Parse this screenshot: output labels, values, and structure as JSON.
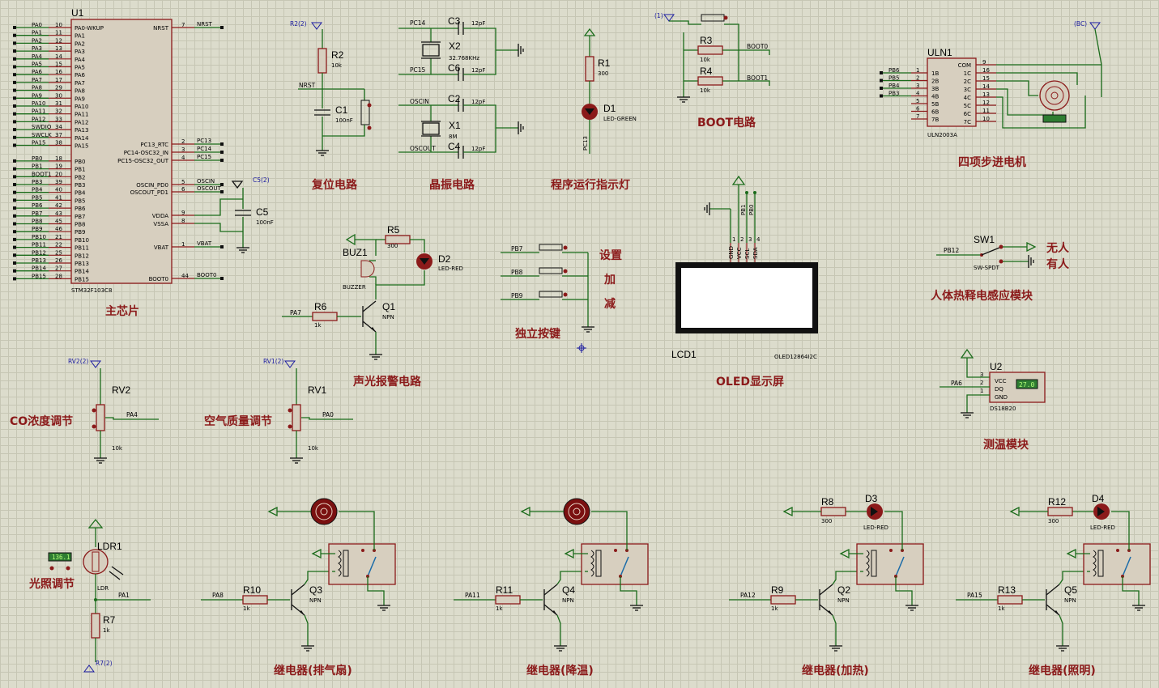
{
  "mcu": {
    "ref": "U1",
    "part": "STM32F103C8",
    "left_pins": [
      "PA0-WKUP",
      "PA1",
      "PA2",
      "PA3",
      "PA4",
      "PA5",
      "PA6",
      "PA7",
      "PA8",
      "PA9",
      "PA10",
      "PA11",
      "PA12",
      "PA13",
      "PA14",
      "PA15",
      "",
      "PB0",
      "PB1",
      "PB2",
      "PB3",
      "PB4",
      "PB5",
      "PB6",
      "PB7",
      "PB8",
      "PB9",
      "PB10",
      "PB11",
      "PB12",
      "PB13",
      "PB14",
      "PB15"
    ],
    "left_nums": [
      "10",
      "11",
      "12",
      "13",
      "14",
      "15",
      "16",
      "17",
      "29",
      "30",
      "31",
      "32",
      "33",
      "34",
      "37",
      "38",
      "",
      "18",
      "19",
      "20",
      "39",
      "40",
      "41",
      "42",
      "43",
      "45",
      "46",
      "21",
      "22",
      "25",
      "26",
      "27",
      "28"
    ],
    "left_nets": [
      "PA0",
      "PA1",
      "PA2",
      "PA3",
      "PA4",
      "PA5",
      "PA6",
      "PA7",
      "PA8",
      "PA9",
      "PA10",
      "PA11",
      "PA12",
      "SWDIO",
      "SWCLK",
      "PA15",
      "",
      "PB0",
      "PB1",
      "BOOT1",
      "PB3",
      "PB4",
      "PB5",
      "PB6",
      "PB7",
      "PB8",
      "PB9",
      "PB10",
      "PB11",
      "PB12",
      "PB13",
      "PB14",
      "PB15"
    ],
    "right_pins": [
      "NRST",
      "PC13_RTC",
      "PC14-OSC32_IN",
      "PC15-OSC32_OUT",
      "OSCIN_PD0",
      "OSCOUT_PD1",
      "VDDA",
      "VSSA",
      "VBAT",
      "BOOT0"
    ],
    "right_nums": [
      "7",
      "2",
      "3",
      "4",
      "5",
      "6",
      "9",
      "8",
      "1",
      "44"
    ],
    "right_nets": [
      "NRST",
      "PC13",
      "PC14",
      "PC15",
      "OSCIN",
      "OSCOUT",
      "",
      "",
      "VBAT",
      "BOOT0"
    ],
    "c5": {
      "ref": "C5",
      "value": "100nF",
      "net": "C5(2)"
    },
    "title": "主芯片"
  },
  "reset": {
    "net_top": "R2(2)",
    "r_ref": "R2",
    "r_val": "10k",
    "net": "NRST",
    "c_ref": "C1",
    "c_val": "100nF",
    "title": "复位电路"
  },
  "crystal": {
    "nets": [
      "PC14",
      "PC15",
      "OSCIN",
      "OSCOUT"
    ],
    "caps": [
      "C3",
      "C6",
      "C2",
      "C4"
    ],
    "cap_val": "12pF",
    "x2": "X2",
    "x2_val": "32.768KHz",
    "x1": "X1",
    "x1_val": "8M",
    "title": "晶振电路"
  },
  "led_run": {
    "r_ref": "R1",
    "r_val": "300",
    "d_ref": "D1",
    "d_type": "LED-GREEN",
    "net": "PC13",
    "title": "程序运行指示灯"
  },
  "boot": {
    "net_top": "(1)",
    "r3": "R3",
    "r3_val": "10k",
    "r4": "R4",
    "r4_val": "10k",
    "net0": "BOOT0",
    "net1": "BOOT1",
    "title": "BOOT电路"
  },
  "stepper": {
    "ref": "ULN1",
    "part": "ULN2003A",
    "in_pins": [
      "PB6",
      "PB5",
      "PB4",
      "PB3"
    ],
    "nums_l": [
      "1",
      "2",
      "3",
      "4",
      "5",
      "6",
      "7"
    ],
    "pins_l": [
      "1B",
      "2B",
      "3B",
      "4B",
      "5B",
      "6B",
      "7B"
    ],
    "pins_r": [
      "COM",
      "1C",
      "2C",
      "3C",
      "4C",
      "5C",
      "6C",
      "7C"
    ],
    "nums_r": [
      "9",
      "16",
      "15",
      "14",
      "13",
      "12",
      "11",
      "10"
    ],
    "net": "(BC)",
    "title": "四项步进电机"
  },
  "alarm": {
    "buz": "BUZ1",
    "buz_type": "BUZZER",
    "r5": "R5",
    "r5_val": "300",
    "d2": "D2",
    "d2_type": "LED-RED",
    "r6": "R6",
    "r6_val": "1k",
    "q1": "Q1",
    "q1_type": "NPN",
    "net": "PA7",
    "title": "声光报警电路"
  },
  "keys": {
    "nets": [
      "PB7",
      "PB8",
      "PB9"
    ],
    "labels": [
      "设置",
      "加",
      "减"
    ],
    "title": "独立按键"
  },
  "oled": {
    "ref": "LCD1",
    "part": "OLED12864I2C",
    "pins": [
      "GND",
      "VCC",
      "SCL",
      "SDA"
    ],
    "nums": [
      "1",
      "2",
      "3",
      "4"
    ],
    "nets": [
      "PB1",
      "PB0"
    ],
    "title": "OLED显示屏"
  },
  "pir": {
    "ref": "SW1",
    "type": "SW-SPDT",
    "net": "PB12",
    "none": "无人",
    "some": "有人",
    "title": "人体热释电感应模块"
  },
  "temp": {
    "ref": "U2",
    "part": "DS18B20",
    "pins": [
      "VCC",
      "DQ",
      "GND"
    ],
    "nums": [
      "3",
      "2",
      "1"
    ],
    "net": "PA6",
    "reading": "27.0",
    "title": "测温模块"
  },
  "co": {
    "net": "RV2(2)",
    "ref": "RV2",
    "val": "10k",
    "out": "PA4",
    "title": "CO浓度调节"
  },
  "air": {
    "net": "RV1(2)",
    "ref": "RV1",
    "val": "10k",
    "out": "PA0",
    "title": "空气质量调节"
  },
  "light": {
    "ref": "LDR1",
    "type": "LDR",
    "reading": "136.1",
    "r": "R7",
    "r_val": "1k",
    "out": "PA1",
    "net": "R7(2)",
    "title": "光照调节"
  },
  "relays": [
    {
      "net": "PA8",
      "r": "R10",
      "r_val": "1k",
      "q": "Q3",
      "q_type": "NPN",
      "title": "继电器(排气扇)",
      "load": "fan"
    },
    {
      "net": "PA11",
      "r": "R11",
      "r_val": "1k",
      "q": "Q4",
      "q_type": "NPN",
      "title": "继电器(降温)",
      "load": "fan"
    },
    {
      "net": "PA12",
      "r": "R9",
      "r_val": "1k",
      "q": "Q2",
      "q_type": "NPN",
      "title": "继电器(加热)",
      "load": "led",
      "lr": "R8",
      "lr_val": "300",
      "ld": "D3",
      "ld_type": "LED-RED"
    },
    {
      "net": "PA15",
      "r": "R13",
      "r_val": "1k",
      "q": "Q5",
      "q_type": "NPN",
      "title": "继电器(照明)",
      "load": "led",
      "lr": "R12",
      "lr_val": "300",
      "ld": "D4",
      "ld_type": "LED-RED"
    }
  ]
}
